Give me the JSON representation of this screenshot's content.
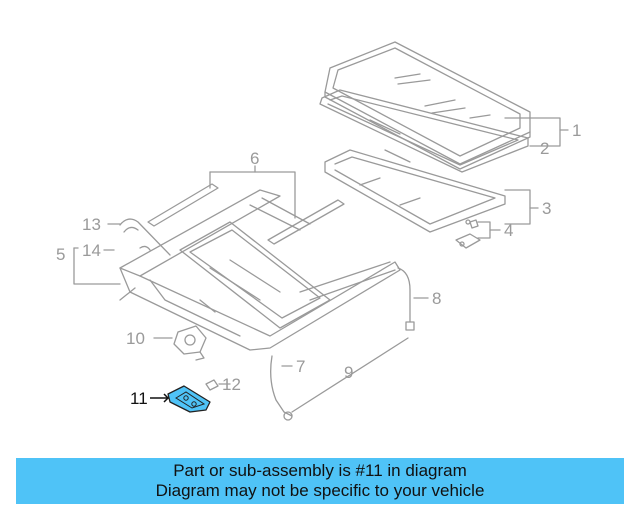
{
  "diagram": {
    "callouts": [
      {
        "id": "1",
        "label": "1",
        "highlighted": false
      },
      {
        "id": "2",
        "label": "2",
        "highlighted": false
      },
      {
        "id": "3",
        "label": "3",
        "highlighted": false
      },
      {
        "id": "4",
        "label": "4",
        "highlighted": false
      },
      {
        "id": "5",
        "label": "5",
        "highlighted": false
      },
      {
        "id": "6",
        "label": "6",
        "highlighted": false
      },
      {
        "id": "7",
        "label": "7",
        "highlighted": false
      },
      {
        "id": "8",
        "label": "8",
        "highlighted": false
      },
      {
        "id": "9",
        "label": "9",
        "highlighted": false
      },
      {
        "id": "10",
        "label": "10",
        "highlighted": false
      },
      {
        "id": "11",
        "label": "11",
        "highlighted": true
      },
      {
        "id": "12",
        "label": "12",
        "highlighted": false
      },
      {
        "id": "13",
        "label": "13",
        "highlighted": false
      },
      {
        "id": "14",
        "label": "14",
        "highlighted": false
      }
    ],
    "colors": {
      "line": "#9a9a9a",
      "highlight_fill": "#4fc3f7",
      "highlight_text": "#111111"
    }
  },
  "banner": {
    "line1": "Part or sub-assembly is #11 in diagram",
    "line2": "Diagram may not be specific to your vehicle",
    "background": "#4fc3f7"
  }
}
